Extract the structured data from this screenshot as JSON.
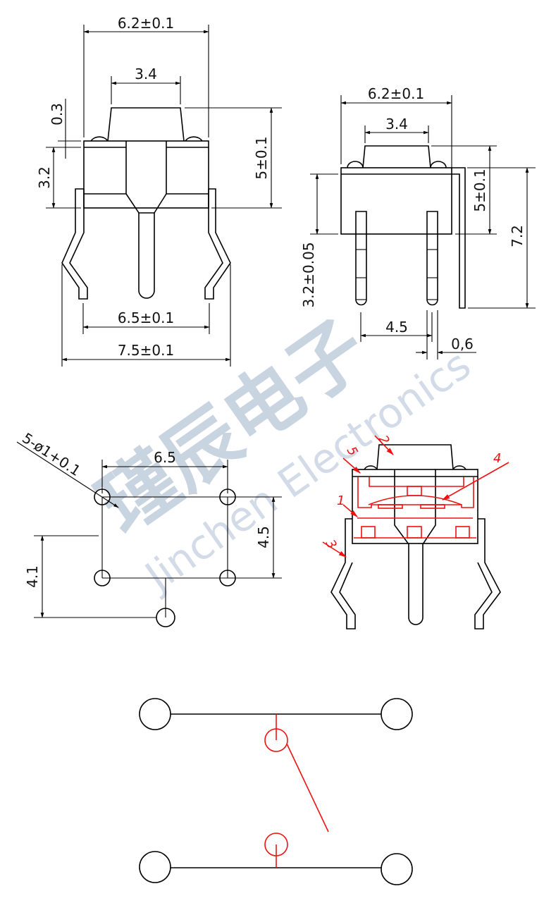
{
  "colors": {
    "line": "#000000",
    "annotation": "#ee1111",
    "watermark": "#b8c6d8",
    "background": "#ffffff"
  },
  "watermark": {
    "cn": "瑾辰电子",
    "en": "Jinchen Electronics"
  },
  "front_view": {
    "dims": {
      "overall_width": "6.2±0.1",
      "actuator_width": "3.4",
      "actuator_offset": "0.3",
      "body_height": "3.2",
      "total_height": "5±0.1",
      "lead_pitch": "6.5±0.1",
      "lead_span": "7.5±0.1"
    }
  },
  "side_view": {
    "dims": {
      "overall_width": "6.2±0.1",
      "actuator_width": "3.4",
      "total_height": "5±0.1",
      "lead_length": "3.2±0.05",
      "overall_height": "7.2",
      "pin_pitch": "4.5",
      "pin_width": "0,6"
    }
  },
  "pcb_layout": {
    "hole_spec": "5-ø1+0.1",
    "dims": {
      "horizontal_pitch": "6.5",
      "vertical_pitch": "4.5",
      "center_pin_offset": "4.1"
    }
  },
  "section_view": {
    "callouts": [
      "1",
      "2",
      "3",
      "4",
      "5"
    ]
  },
  "schematic": {
    "terminals": 4,
    "type": "SPST normally-open push switch"
  }
}
